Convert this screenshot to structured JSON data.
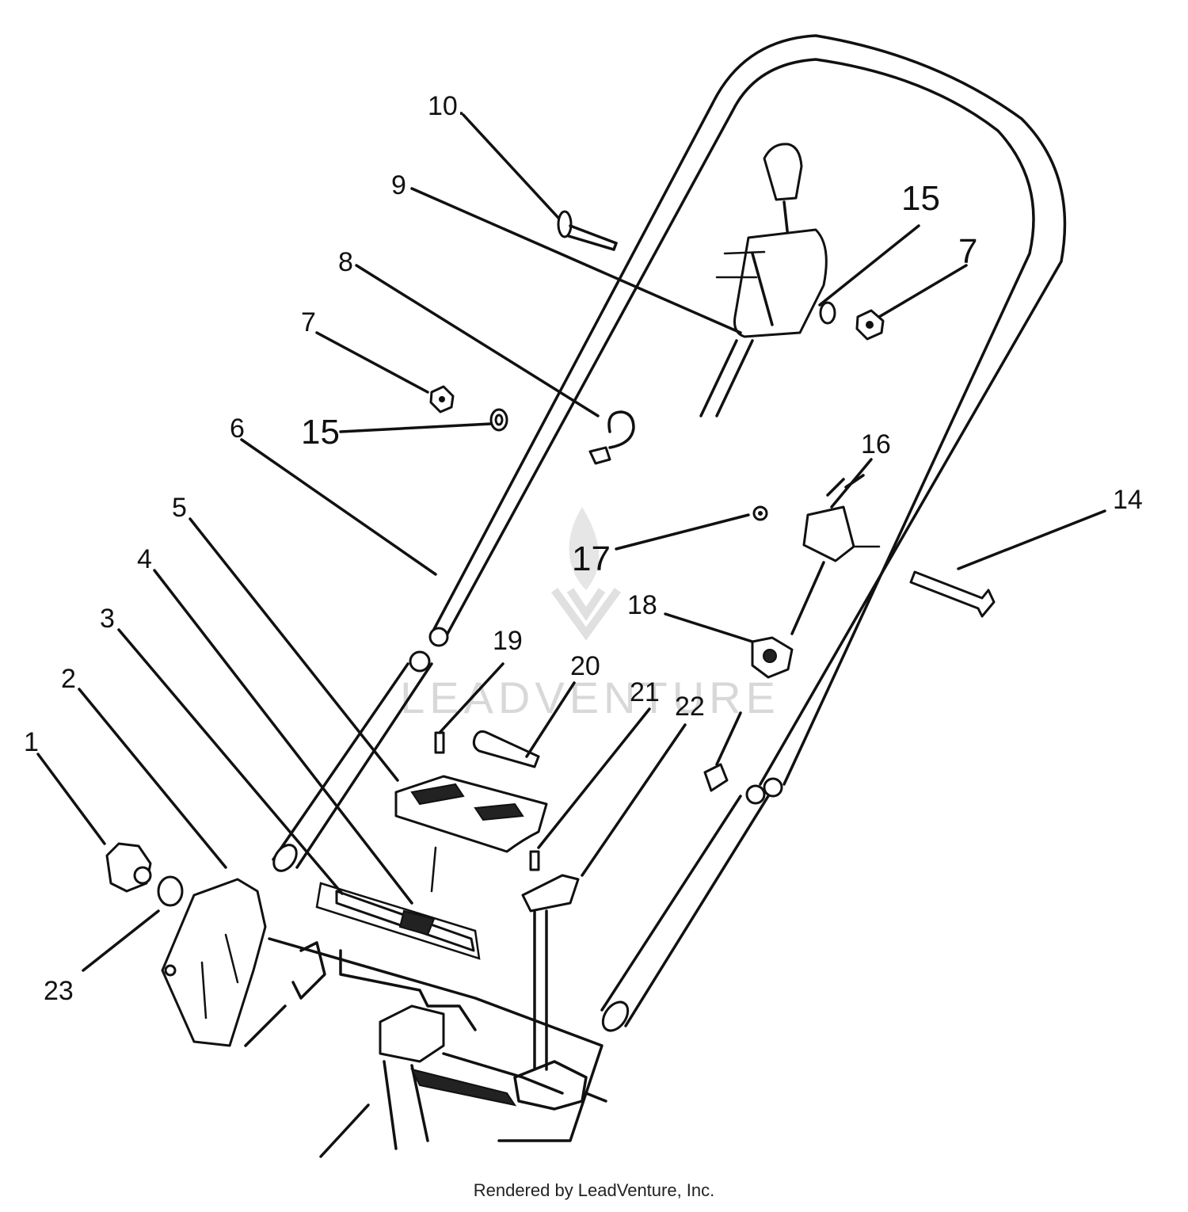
{
  "diagram": {
    "footer": "Rendered by LeadVenture, Inc.",
    "watermark": "LEADVENTURE",
    "callouts": [
      {
        "id": "1",
        "text": "1"
      },
      {
        "id": "2",
        "text": "2"
      },
      {
        "id": "3",
        "text": "3"
      },
      {
        "id": "4",
        "text": "4"
      },
      {
        "id": "5",
        "text": "5"
      },
      {
        "id": "6",
        "text": "6"
      },
      {
        "id": "7a",
        "text": "7"
      },
      {
        "id": "7b",
        "text": "7"
      },
      {
        "id": "8",
        "text": "8"
      },
      {
        "id": "9",
        "text": "9"
      },
      {
        "id": "10",
        "text": "10."
      },
      {
        "id": "14",
        "text": "14"
      },
      {
        "id": "15a",
        "text": "15"
      },
      {
        "id": "15b",
        "text": "15"
      },
      {
        "id": "16",
        "text": "16"
      },
      {
        "id": "17",
        "text": "17"
      },
      {
        "id": "18",
        "text": "18"
      },
      {
        "id": "19",
        "text": "19"
      },
      {
        "id": "20",
        "text": "20"
      },
      {
        "id": "21",
        "text": "21"
      },
      {
        "id": "22",
        "text": "22"
      },
      {
        "id": "23",
        "text": "23"
      }
    ]
  }
}
